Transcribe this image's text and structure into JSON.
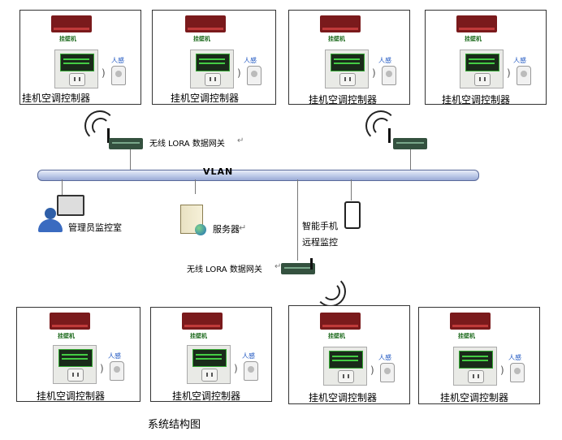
{
  "title": "系统结构图",
  "vlan_label": "VLAN",
  "controller_label": "挂机空调控制器",
  "ac_name": "挂壁机",
  "sensor_label": "人感",
  "gateway_label": "无线 LORA 数据网关",
  "gateway_mark": "↵",
  "admin_label": "管理员监控室",
  "server_label": "服务器",
  "server_mark": "↵",
  "mobile_label_line1": "智能手机",
  "mobile_label_line2": "远程监控",
  "controller_count": 8
}
